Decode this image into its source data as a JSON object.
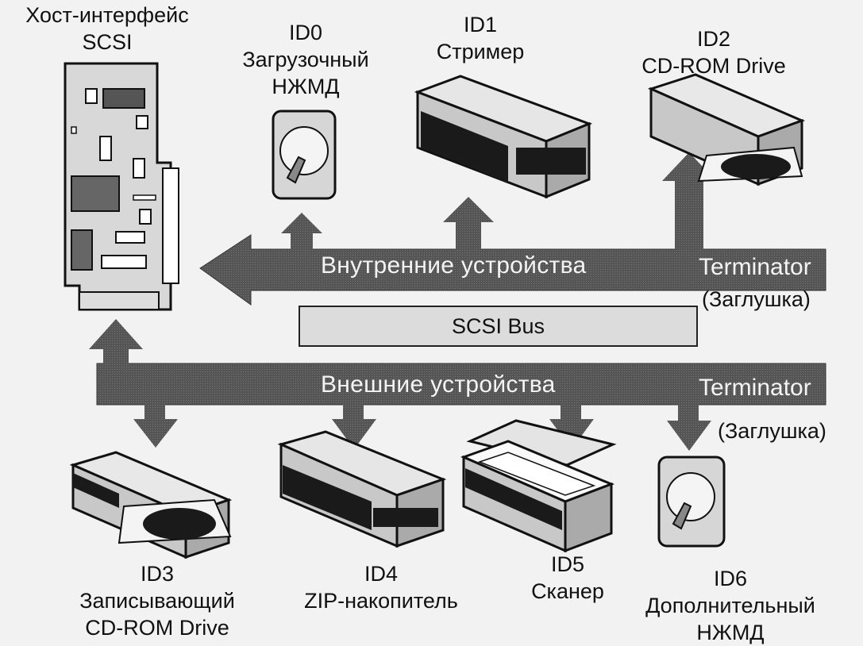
{
  "host": {
    "line1": "Хост-интерфейс",
    "line2": "SCSI"
  },
  "internal": {
    "bus_label": "Внутренние устройства",
    "terminator": "Terminator",
    "terminator_note": "(Заглушка)",
    "devices": [
      {
        "id": "ID0",
        "name_lines": [
          "Загрузочный",
          "НЖМД"
        ],
        "icon": "hard-disk-icon"
      },
      {
        "id": "ID1",
        "name_lines": [
          "Стример"
        ],
        "icon": "tape-streamer-icon"
      },
      {
        "id": "ID2",
        "name_lines": [
          "CD-ROM Drive"
        ],
        "icon": "cdrom-drive-icon"
      }
    ]
  },
  "scsi_bus_label": "SCSI Bus",
  "external": {
    "bus_label": "Внешние устройства",
    "terminator": "Terminator",
    "terminator_note": "(Заглушка)",
    "devices": [
      {
        "id": "ID3",
        "name_lines": [
          "Записывающий",
          "CD-ROM Drive"
        ],
        "icon": "cd-writer-icon"
      },
      {
        "id": "ID4",
        "name_lines": [
          "ZIP-накопитель"
        ],
        "icon": "zip-drive-icon"
      },
      {
        "id": "ID5",
        "name_lines": [
          "Сканер"
        ],
        "icon": "scanner-icon"
      },
      {
        "id": "ID6",
        "name_lines": [
          "Дополнительный",
          "НЖМД"
        ],
        "icon": "hard-disk-icon"
      }
    ]
  },
  "colors": {
    "bus_arrow": "#4a4a4a",
    "device_body": "#d6d6d6",
    "device_dark": "#1a1a1a"
  }
}
